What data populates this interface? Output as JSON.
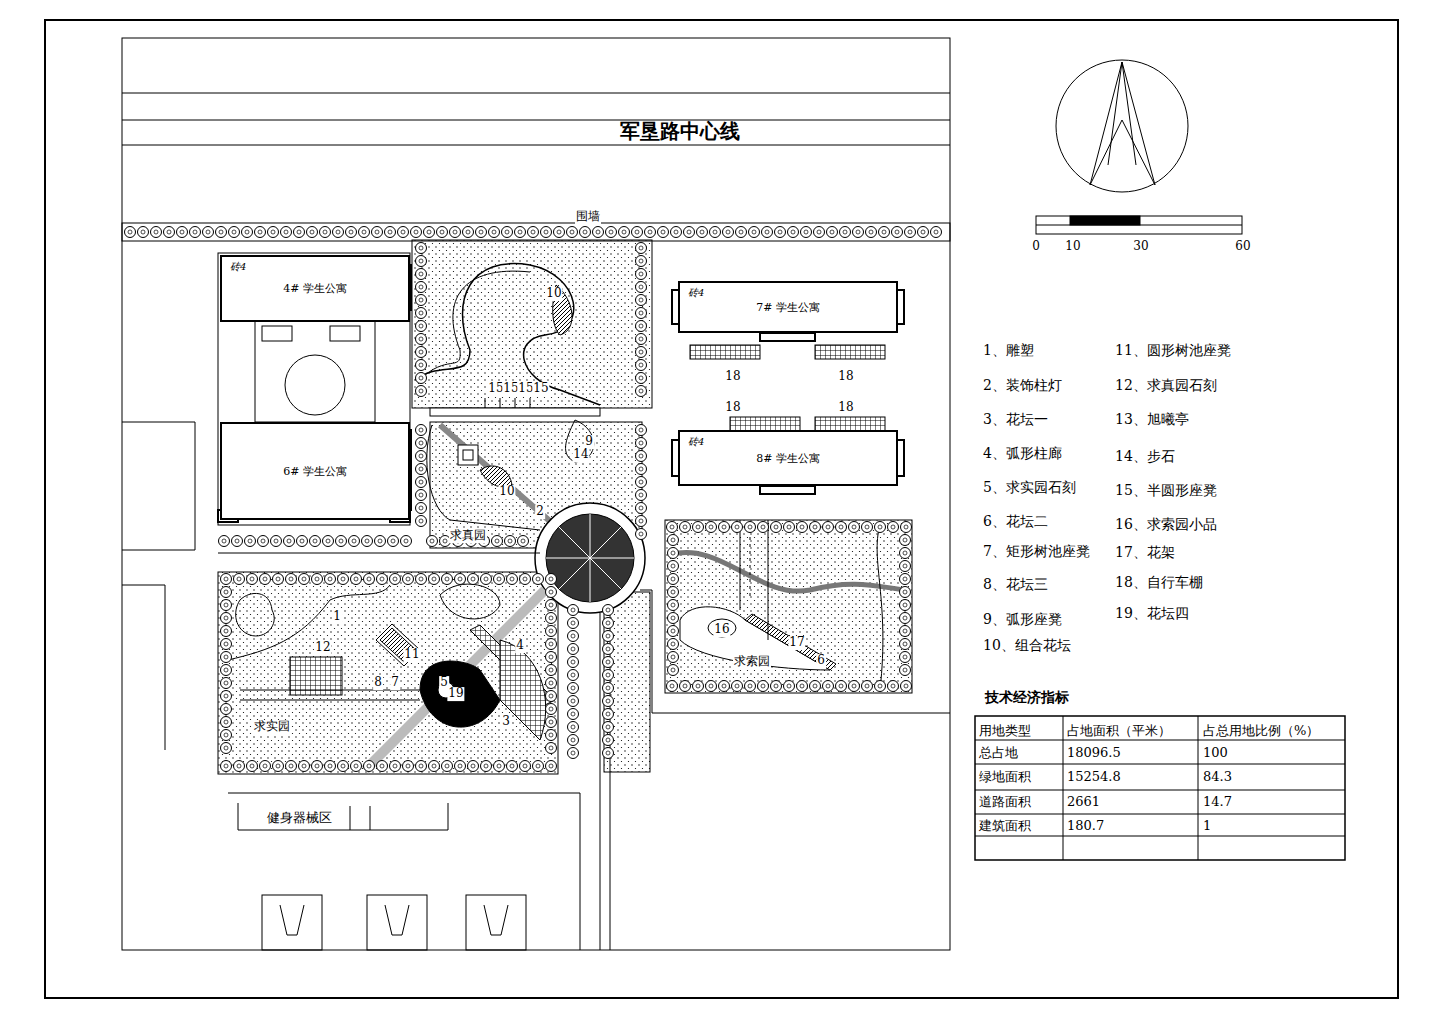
{
  "diagram": {
    "nodes": [
      {
        "text": [
          "砖4",
          "4# 学生公寓"
        ]
      },
      {
        "text": [
          "6# 学生公寓"
        ]
      },
      {
        "text": [
          "砖4",
          "7# 学生公寓"
        ]
      },
      {
        "text": [
          "砖4",
          "8# 学生公寓"
        ]
      },
      {
        "text": [
          "健身器械区"
        ]
      }
    ],
    "labels": [
      "军垦路中心线",
      "围墙",
      "10",
      "15",
      "15",
      "15",
      "15",
      "9",
      "14",
      "10",
      "2",
      "求真园",
      "1",
      "12",
      "11",
      "7",
      "8",
      "5",
      "19",
      "4",
      "3",
      "求实园",
      "16",
      "17",
      "求索园",
      "6",
      "18",
      "18",
      "18",
      "18",
      "0",
      "10",
      "30",
      "60",
      "1、雕塑",
      "2、装饰柱灯",
      "3、花坛一",
      "4、弧形柱廊",
      "5、求实园石刻",
      "6、花坛二",
      "7、矩形树池座凳",
      "8、花坛三",
      "9、弧形座凳",
      "10、组合花坛",
      "11、圆形树池座凳",
      "12、求真园石刻",
      "13、旭曦亭",
      "14、步石",
      "15、半圆形座凳",
      "16、求索园小品",
      "17、花架",
      "18、自行车棚",
      "19、花坛四",
      "技术经济指标",
      "用地类型",
      "占地面积（平米）",
      "占总用地比例（%）",
      "总占地",
      "18096.5",
      "100",
      "绿地面积",
      "15254.8",
      "84.3",
      "道路面积",
      "2661",
      "14.7",
      "建筑面积",
      "180.7",
      "1"
    ]
  }
}
